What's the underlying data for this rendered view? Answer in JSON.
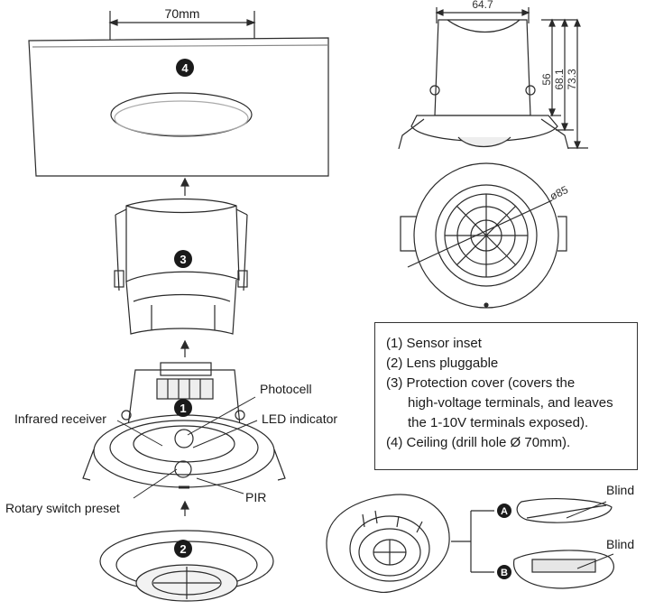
{
  "dimensions": {
    "hole_width": "70mm",
    "sensor_width": "64.7",
    "height_1": "56",
    "height_2": "68.1",
    "height_3": "73.3",
    "diameter": "ø85"
  },
  "callouts": {
    "photocell": "Photocell",
    "infrared_receiver": "Infrared receiver",
    "led_indicator": "LED indicator",
    "rotary_switch": "Rotary switch preset",
    "pir": "PIR",
    "blind_a": "Blind",
    "blind_b": "Blind"
  },
  "markers": {
    "m1": "1",
    "m2": "2",
    "m3": "3",
    "m4": "4",
    "ma": "A",
    "mb": "B"
  },
  "legend": {
    "item1": "(1) Sensor inset",
    "item2": "(2) Lens pluggable",
    "item3_line1": "(3) Protection cover (covers the",
    "item3_line2": "high-voltage terminals, and leaves",
    "item3_line3": "the 1-10V terminals exposed).",
    "item4": "(4) Ceiling (drill hole Ø 70mm)."
  }
}
